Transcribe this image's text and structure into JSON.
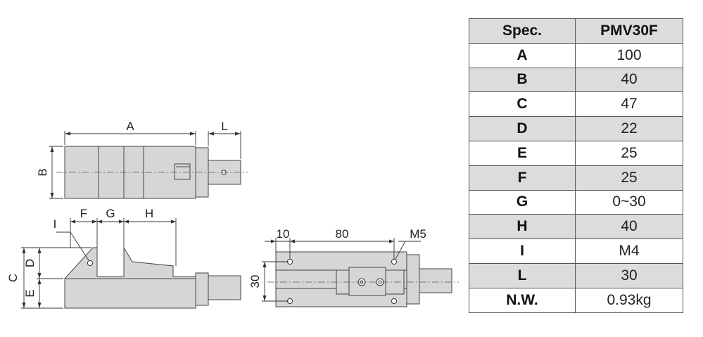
{
  "drawing_labels": {
    "top_view": {
      "a": "A",
      "b": "B",
      "l": "L"
    },
    "side_view": {
      "c": "C",
      "d": "D",
      "e": "E",
      "f": "F",
      "g": "G",
      "h": "H",
      "i": "I"
    },
    "base_view": {
      "dim_10": "10",
      "dim_80": "80",
      "dim_30": "30",
      "m5": "M5"
    }
  },
  "spec_table": {
    "header": {
      "spec": "Spec.",
      "model": "PMV30F"
    },
    "rows": [
      {
        "spec": "A",
        "value": "100"
      },
      {
        "spec": "B",
        "value": "40"
      },
      {
        "spec": "C",
        "value": "47"
      },
      {
        "spec": "D",
        "value": "22"
      },
      {
        "spec": "E",
        "value": "25"
      },
      {
        "spec": "F",
        "value": "25"
      },
      {
        "spec": "G",
        "value": "0~30"
      },
      {
        "spec": "H",
        "value": "40"
      },
      {
        "spec": "I",
        "value": "M4"
      },
      {
        "spec": "L",
        "value": "30"
      },
      {
        "spec": "N.W.",
        "value": "0.93kg"
      }
    ]
  }
}
